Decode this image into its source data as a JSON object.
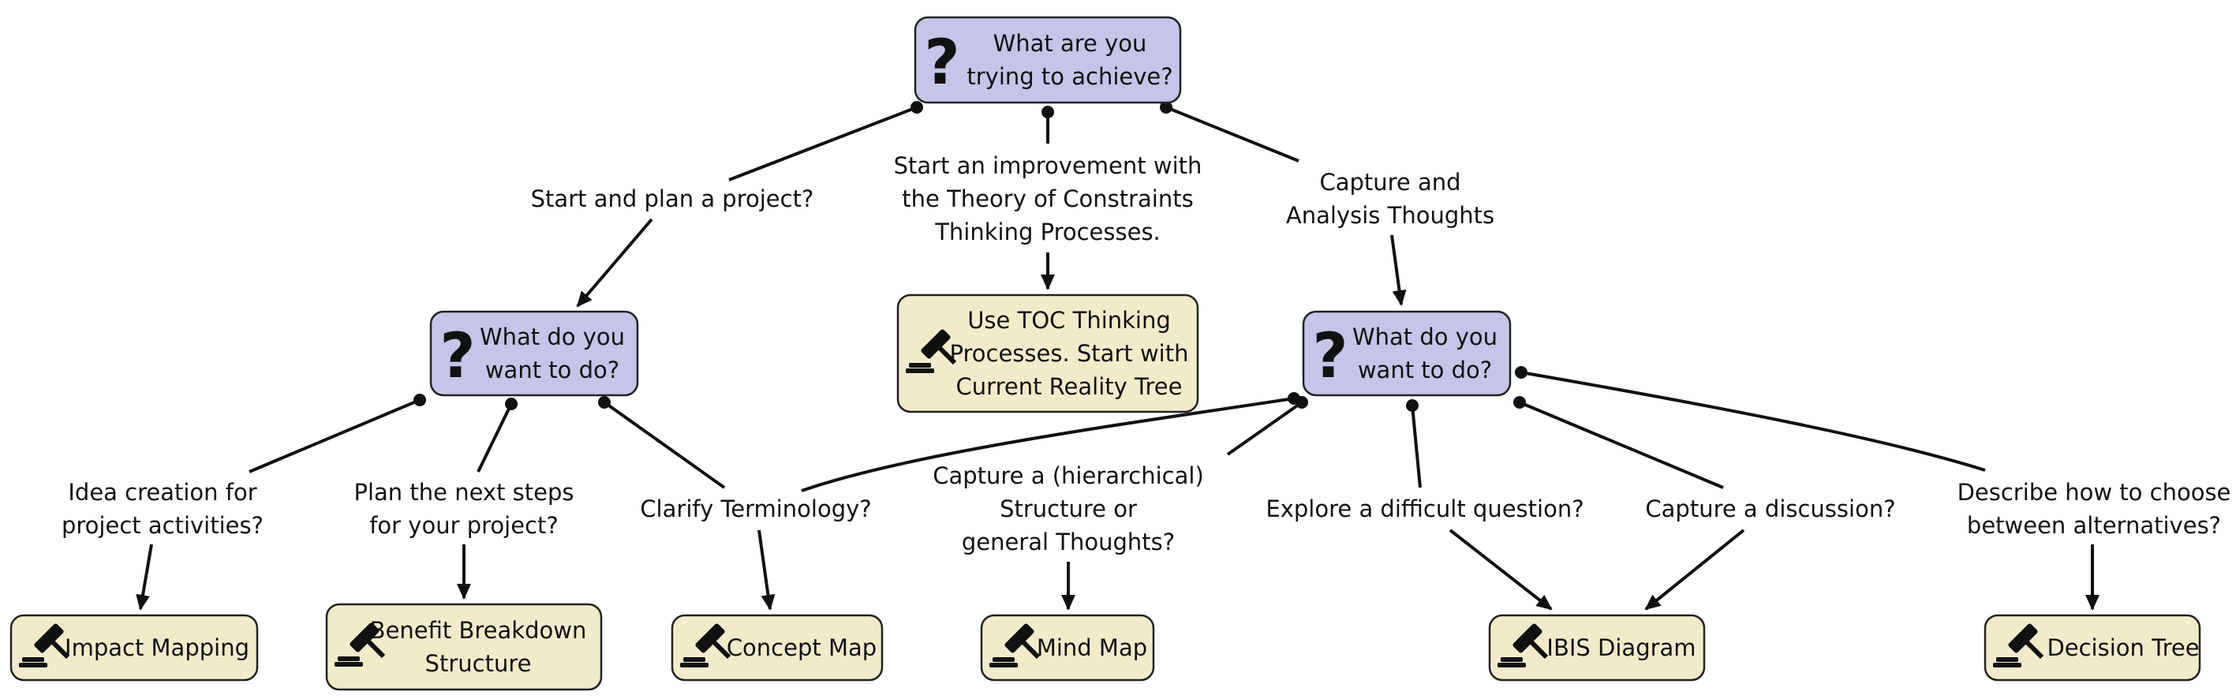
{
  "colors": {
    "question_fill": "#c5c5e8",
    "tool_fill": "#f2ebcb",
    "stroke": "#111111"
  },
  "icons": {
    "question": "question-mark-icon",
    "tool": "gavel-icon"
  },
  "nodes": {
    "q_root": {
      "lines": [
        "What are you",
        "trying to achieve?"
      ]
    },
    "q_project": {
      "lines": [
        "What do you",
        "want to do?"
      ]
    },
    "q_thoughts": {
      "lines": [
        "What do you",
        "want to do?"
      ]
    },
    "t_toc": {
      "lines": [
        "Use TOC Thinking",
        "Processes. Start with",
        "Current Reality Tree"
      ]
    },
    "t_impact": {
      "lines": [
        "Impact Mapping"
      ]
    },
    "t_benefit": {
      "lines": [
        "Benefit Breakdown",
        "Structure"
      ]
    },
    "t_concept": {
      "lines": [
        "Concept Map"
      ]
    },
    "t_mind": {
      "lines": [
        "Mind Map"
      ]
    },
    "t_ibis": {
      "lines": [
        "IBIS Diagram"
      ]
    },
    "t_decision": {
      "lines": [
        "Decision Tree"
      ]
    }
  },
  "edge_labels": {
    "plan_project": {
      "lines": [
        "Start and plan a project?"
      ]
    },
    "toc_improve": {
      "lines": [
        "Start an improvement with",
        "the Theory of Constraints",
        "Thinking Processes."
      ]
    },
    "capture_thoughts": {
      "lines": [
        "Capture and",
        "Analysis Thoughts"
      ]
    },
    "idea_creation": {
      "lines": [
        "Idea creation for",
        "project activities?"
      ]
    },
    "plan_steps": {
      "lines": [
        "Plan the next steps",
        "for your project?"
      ]
    },
    "clarify": {
      "lines": [
        "Clarify Terminology?"
      ]
    },
    "capture_structure": {
      "lines": [
        "Capture a (hierarchical)",
        "Structure or",
        "general Thoughts?"
      ]
    },
    "explore_question": {
      "lines": [
        "Explore a difficult question?"
      ]
    },
    "capture_discussion": {
      "lines": [
        "Capture a discussion?"
      ]
    },
    "describe_choice": {
      "lines": [
        "Describe how to choose",
        "between alternatives?"
      ]
    }
  }
}
